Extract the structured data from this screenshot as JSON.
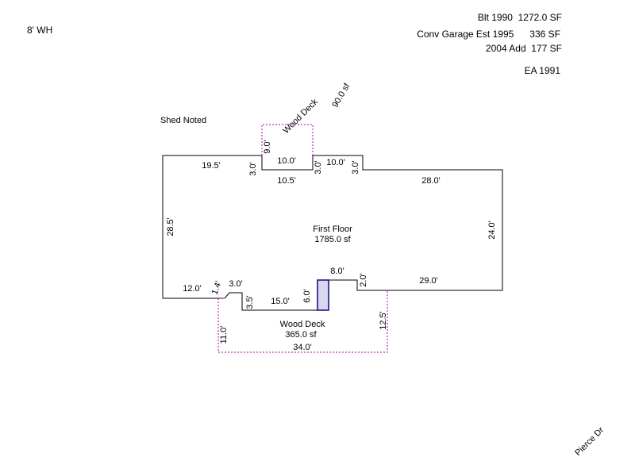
{
  "notes": {
    "wall_height": "8' WH",
    "built": "Blt 1990  1272.0 SF",
    "conv_garage": "Conv Garage Est 1995      336 SF",
    "addition": "2004 Add  177 SF",
    "effective_age": "EA 1991",
    "shed": "Shed Noted",
    "street": "Pierce Dr"
  },
  "areas": {
    "first_floor_name": "First Floor",
    "first_floor_area": "1785.0 sf",
    "deck_front_name": "Wood Deck",
    "deck_front_area": "365.0 sf",
    "deck_rear_name": "Wood Deck",
    "deck_rear_area": "90.0 sf"
  },
  "dimensions": {
    "top_left": "19.5'",
    "notch_left": "3.0'",
    "notch_top": "10.0'",
    "notch_bottom": "10.5'",
    "notch_right": "3.0'",
    "step_top": "10.0'",
    "step_right": "3.0'",
    "top_right": "28.0'",
    "right_side": "24.0'",
    "left_side": "28.5'",
    "deck_rear_side": "9.0'",
    "bottom_right": "29.0'",
    "jog_right": "2.0'",
    "porch_top": "8.0'",
    "porch_side": "6.0'",
    "bottom_mid": "15.0'",
    "jog_left": "3.5'",
    "bottom_step": "3.0'",
    "diagonal": "1.4'",
    "bottom_left": "12.0'",
    "deck_front_right": "12.5'",
    "deck_front_left": "11.0'",
    "deck_front_bottom": "34.0'"
  }
}
